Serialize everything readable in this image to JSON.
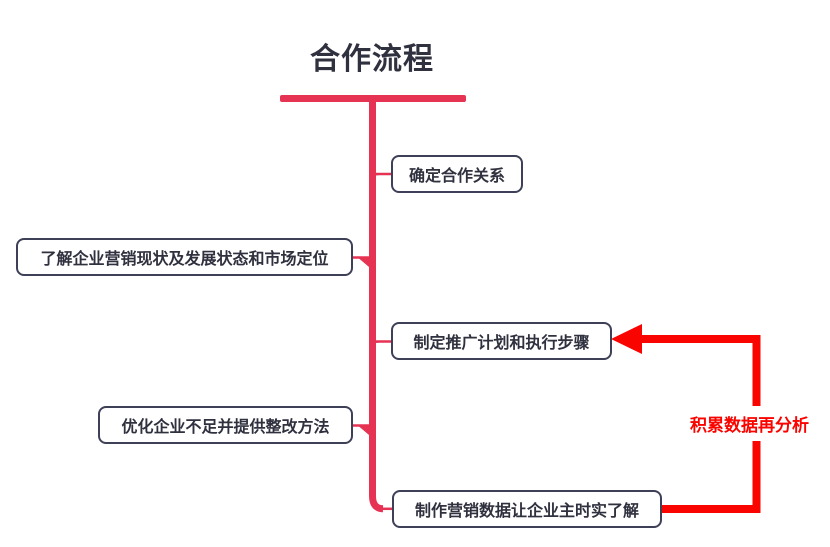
{
  "title": "合作流程",
  "nodes": [
    {
      "label": "确定合作关系",
      "side": "right"
    },
    {
      "label": "了解企业营销现状及发展状态和市场定位",
      "side": "left"
    },
    {
      "label": "制定推广计划和执行步骤",
      "side": "right"
    },
    {
      "label": "优化企业不足并提供整改方法",
      "side": "left"
    },
    {
      "label": "制作营销数据让企业主时实了解",
      "side": "right"
    }
  ],
  "feedback": {
    "label": "积累数据再分析",
    "from": "制作营销数据让企业主时实了解",
    "to": "制定推广计划和执行步骤"
  },
  "colors": {
    "trunk": "#e63354",
    "arrow": "#fa0400",
    "border": "#3e4058",
    "text": "#30313f",
    "bg": "#ffffff"
  }
}
